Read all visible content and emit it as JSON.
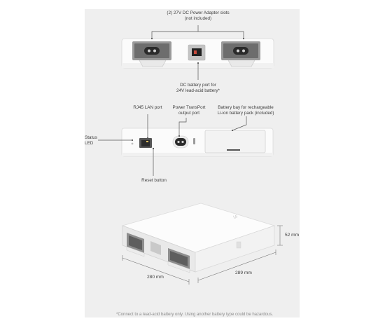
{
  "top_view": {
    "adapter_slots_label_line1": "(2) 27V DC Power Adapter slots",
    "adapter_slots_label_line2": "(not included)",
    "battery_port_label_line1": "DC battery port for",
    "battery_port_label_line2": "24V lead-acid battery*"
  },
  "front_view": {
    "lan_port_label": "RJ45 LAN port",
    "transport_label_line1": "Power TransPort",
    "transport_label_line2": "output port",
    "battery_bay_label_line1": "Battery bay for rechargeable",
    "battery_bay_label_line2": "Li-ion battery pack (included)",
    "status_led_label_line1": "Status",
    "status_led_label_line2": "LED",
    "reset_label": "Reset button"
  },
  "dimensions": {
    "height": "52 mm",
    "width": "280 mm",
    "depth": "289 mm"
  },
  "footnote": "*Connect to a lead-acid battery only. Using another battery type could be hazardous.",
  "colors": {
    "panel_background": "#efefef",
    "device_body": "#fbfbfb",
    "callout_line": "#555555"
  }
}
